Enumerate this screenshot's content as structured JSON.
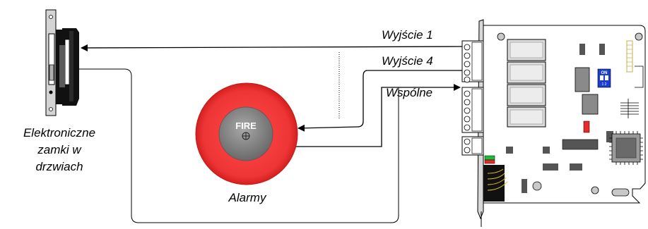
{
  "outputs": [
    {
      "id": "out1",
      "label": "Wyjście 1"
    },
    {
      "id": "out4",
      "label": "Wyjście 4"
    },
    {
      "id": "common",
      "label": "Wspólne"
    }
  ],
  "door_lock": {
    "caption": "Elektroniczne\nzamki w\ndrzwiach"
  },
  "alarm": {
    "caption": "Alarmy",
    "button_text": "FIRE"
  },
  "dip_switch": {
    "label": "ON",
    "positions": "1 2"
  },
  "colors": {
    "bell_red": "#ee3a3a",
    "relay_gray": "#dcdcdc",
    "chip_gray": "#8a8a8a",
    "dip_blue": "#1a3fd0",
    "led_red": "#e82a2a",
    "led_green": "#1dbb3a"
  }
}
